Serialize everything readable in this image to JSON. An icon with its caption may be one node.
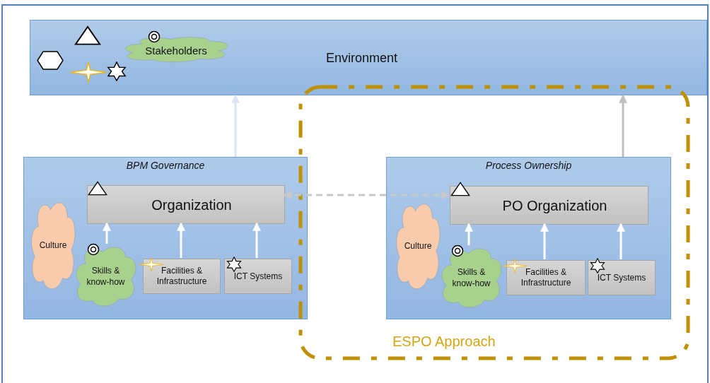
{
  "diagram": {
    "nodes": [
      {
        "text": [
          "Environment"
        ]
      },
      {
        "text": [
          "Stakeholders"
        ],
        "in": 0
      },
      {
        "text": [
          "BPM Governance"
        ]
      },
      {
        "text": [
          "Organization"
        ],
        "in": 2
      },
      {
        "text": [
          "Culture"
        ],
        "in": 2
      },
      {
        "text": [
          "Skills & know-how"
        ],
        "in": 2
      },
      {
        "text": [
          "Facilities & Infrastructure"
        ],
        "in": 2
      },
      {
        "text": [
          "ICT Systems"
        ],
        "in": 2
      },
      {
        "text": [
          "ESPO Approach"
        ]
      },
      {
        "text": [
          "Process Ownership"
        ],
        "in": 8
      },
      {
        "text": [
          "PO Organization"
        ],
        "in": 9
      },
      {
        "text": [
          "Culture"
        ],
        "in": 9
      },
      {
        "text": [
          "Skills & know-how"
        ],
        "in": 9
      },
      {
        "text": [
          "Facilities & Infrastructure"
        ],
        "in": 9
      },
      {
        "text": [
          "ICT Systems"
        ],
        "in": 9
      }
    ],
    "edges": [
      {
        "from": 2,
        "to": 0,
        "arrow": "to",
        "color": "#dce6f2"
      },
      {
        "from": 9,
        "to": 0,
        "arrow": "to",
        "color": "#bfbfbf"
      },
      {
        "from": 3,
        "to": 10,
        "arrow": "both",
        "style": "dashed",
        "color": "#c8c8c8"
      },
      {
        "from": 5,
        "to": 3,
        "arrow": "to"
      },
      {
        "from": 6,
        "to": 3,
        "arrow": "to"
      },
      {
        "from": 7,
        "to": 3,
        "arrow": "to"
      },
      {
        "from": 12,
        "to": 10,
        "arrow": "to"
      },
      {
        "from": 13,
        "to": 10,
        "arrow": "to"
      },
      {
        "from": 14,
        "to": 10,
        "arrow": "to"
      }
    ]
  }
}
